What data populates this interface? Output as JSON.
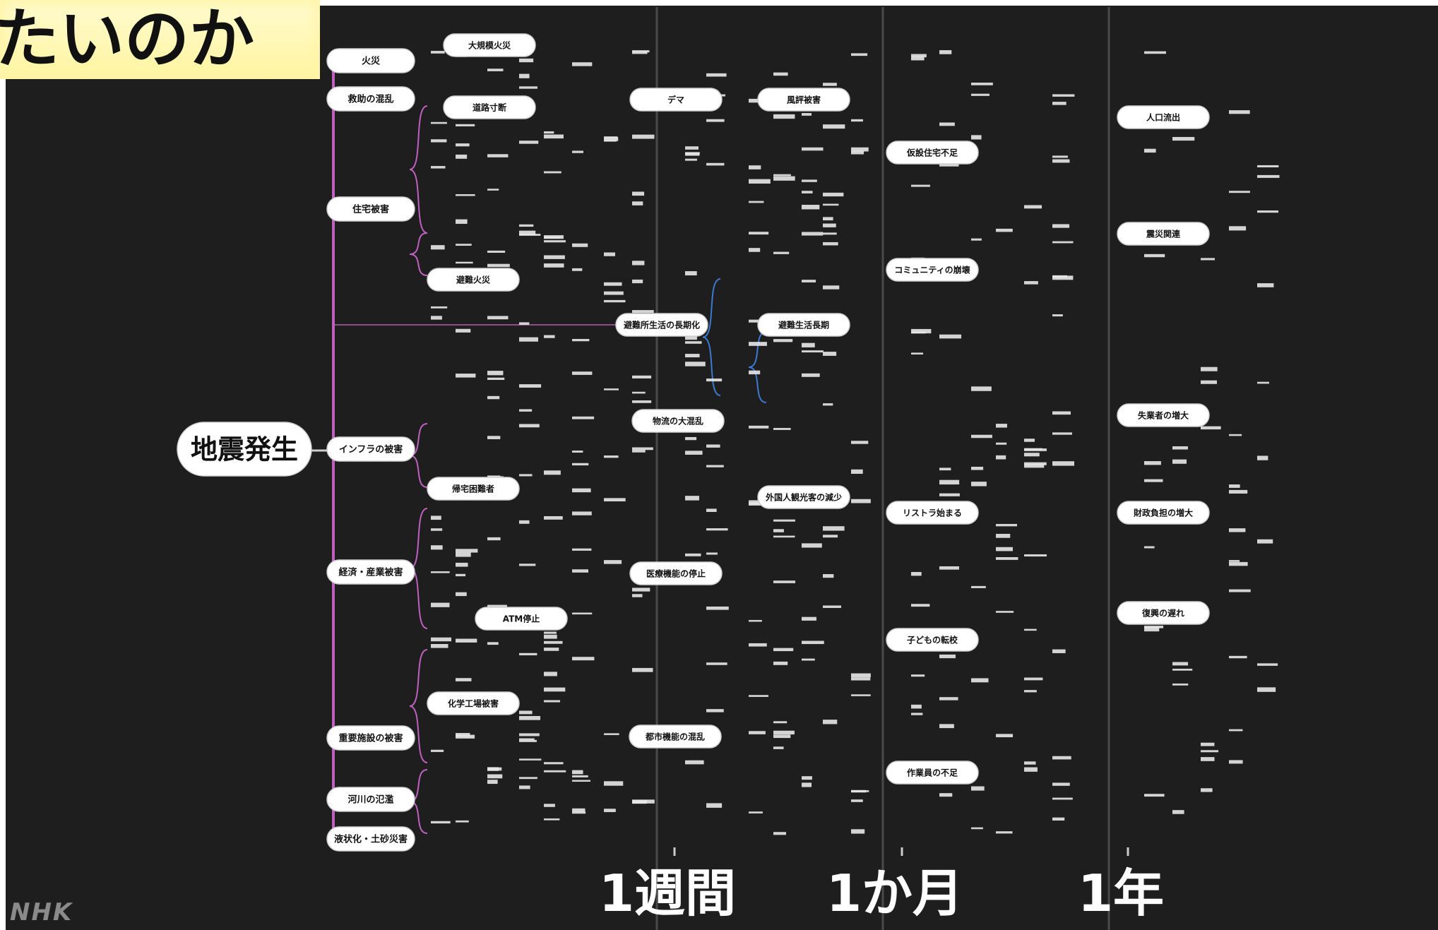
{
  "header": {
    "title_fragment": "たいのか"
  },
  "root_node": "地震発生",
  "left_nodes": [
    "火災",
    "救助の混乱",
    "住宅被害",
    "インフラの被害",
    "経済・産業被害",
    "重要施設の被害",
    "河川の氾濫",
    "液状化・土砂災害"
  ],
  "mid_nodes": [
    "大規模火災",
    "道路寸断",
    "避難火災",
    "帰宅困難者",
    "ATM停止",
    "化学工場被害"
  ],
  "week_nodes": [
    "デマ",
    "避難所生活の長期化",
    "物流の大混乱",
    "医療機能の停止",
    "都市機能の混乱"
  ],
  "late_nodes": [
    "風評被害",
    "避難生活長期",
    "外国人観光客の減少"
  ],
  "month_nodes": [
    "仮設住宅不足",
    "コミュニティの崩壊",
    "リストラ始まる",
    "子どもの転校",
    "作業員の不足"
  ],
  "year_nodes": [
    "人口流出",
    "震災関連",
    "失業者の増大",
    "財政負担の増大",
    "復興の遅れ"
  ],
  "timeline_labels": [
    "1週間",
    "1か月",
    "1年"
  ],
  "footer": {
    "logo": "NHK"
  },
  "colors": {
    "background": "#1e1e1e",
    "branch": "#c060c0",
    "flow_blue": "#3060c0",
    "flow_teal": "#30a0a0",
    "banner": "#fff6a8"
  }
}
